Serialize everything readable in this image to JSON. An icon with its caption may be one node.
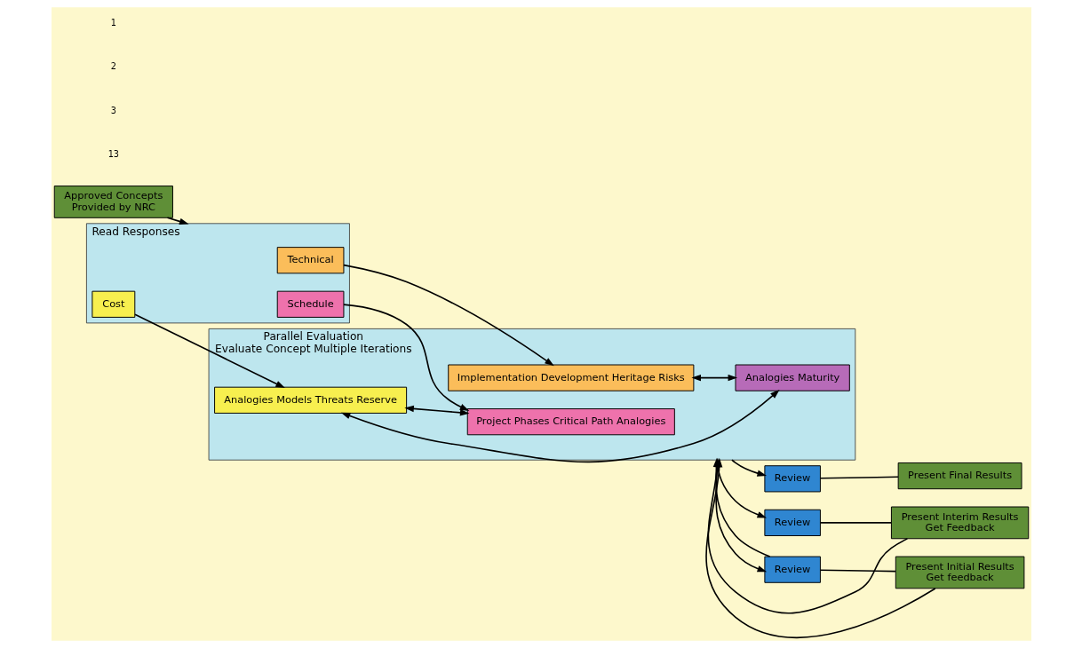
{
  "diagram": {
    "nodes": [
      {
        "text": [
          "Approved Concepts",
          "Provided by NRC"
        ]
      },
      {
        "text": [
          "Read Responses"
        ]
      },
      {
        "text": [
          "Technical"
        ],
        "in": 1
      },
      {
        "text": [
          "Cost"
        ],
        "in": 1
      },
      {
        "text": [
          "Schedule"
        ],
        "in": 1
      },
      {
        "text": [
          "Parallel Evaluation",
          "Evaluate Concept Multiple Iterations"
        ]
      },
      {
        "text": [
          "Implementation Development Heritage Risks"
        ],
        "in": 5
      },
      {
        "text": [
          "Analogies Maturity"
        ],
        "in": 5
      },
      {
        "text": [
          "Analogies Models Threats Reserve"
        ],
        "in": 5
      },
      {
        "text": [
          "Project Phases Critical Path Analogies"
        ],
        "in": 5
      },
      {
        "text": [
          "Review"
        ]
      },
      {
        "text": [
          "Present Final Results"
        ]
      },
      {
        "text": [
          "Review"
        ]
      },
      {
        "text": [
          "Present Interim Results",
          "Get Feedback"
        ]
      },
      {
        "text": [
          "Review"
        ]
      },
      {
        "text": [
          "Present Initial Results",
          "Get feedback"
        ]
      }
    ],
    "edges": [
      {
        "from": 0,
        "to": 1,
        "arrow": "to"
      },
      {
        "from": 2,
        "to": 6,
        "arrow": "to"
      },
      {
        "from": 3,
        "to": 8,
        "arrow": "to"
      },
      {
        "from": 4,
        "to": 9,
        "arrow": "to"
      },
      {
        "from": 6,
        "to": 7,
        "arrow": "both"
      },
      {
        "from": 8,
        "to": 7,
        "arrow": "both"
      },
      {
        "from": 8,
        "to": 9,
        "arrow": "both"
      },
      {
        "from": 5,
        "to": 10,
        "arrow": "to"
      },
      {
        "from": 5,
        "to": 12,
        "arrow": "to"
      },
      {
        "from": 5,
        "to": 14,
        "arrow": "to"
      },
      {
        "from": 10,
        "to": 11,
        "arrow": "none"
      },
      {
        "from": 12,
        "to": 13,
        "arrow": "none"
      },
      {
        "from": 14,
        "to": 15,
        "arrow": "none"
      },
      {
        "from": 13,
        "to": 5,
        "arrow": "to"
      },
      {
        "from": 14,
        "to": 5,
        "arrow": "to"
      },
      {
        "from": 15,
        "to": 5,
        "arrow": "to"
      }
    ],
    "labels": [
      "13",
      "3",
      "2",
      "1"
    ]
  }
}
